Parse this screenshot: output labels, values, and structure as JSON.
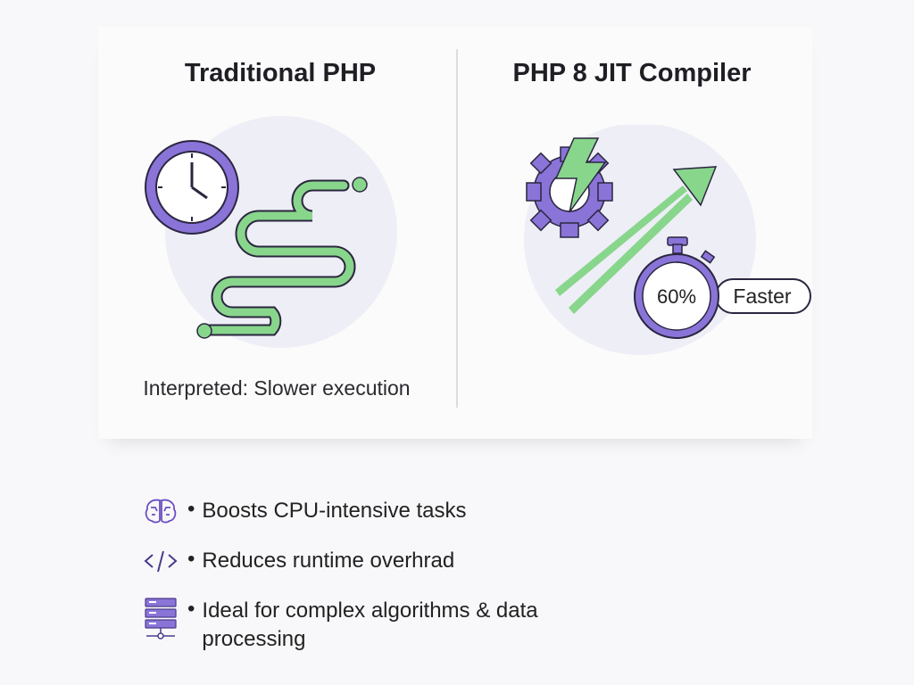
{
  "left": {
    "title": "Traditional PHP",
    "caption": "Interpreted: Slower execution"
  },
  "right": {
    "title": "PHP 8 JIT Compiler",
    "speedup": "60%",
    "speedup_label": "Faster"
  },
  "benefits": [
    {
      "icon": "brain-icon",
      "bullet": "•",
      "text": "Boosts CPU-intensive tasks"
    },
    {
      "icon": "code-icon",
      "bullet": "•",
      "text": "Reduces runtime overhrad"
    },
    {
      "icon": "server-icon",
      "bullet": "•",
      "text": "Ideal for complex algorithms & data processing"
    }
  ],
  "colors": {
    "purple": "#8a74d8",
    "green": "#88d68c",
    "outline": "#2b2640"
  }
}
